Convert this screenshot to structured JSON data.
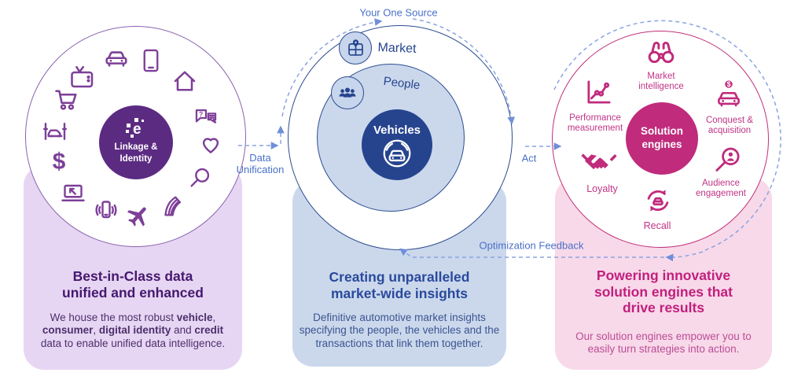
{
  "colors": {
    "purple_hub": "#5b2b82",
    "purple_icon": "#7d3f98",
    "purple_border": "#8a63ad",
    "lavender_card": "#e7d6f3",
    "purple_heading": "#45186e",
    "purple_body": "#4c2f6b",
    "navy": "#26448e",
    "navy_border": "#2e4d8f",
    "blue_card": "#cbd8ec",
    "blue_heading": "#2a4a9c",
    "blue_body": "#3a548f",
    "magenta": "#c02b7c",
    "pink_card": "#f8d9e9",
    "magenta_heading": "#c11f7d",
    "magenta_body": "#ba4d96",
    "connector_blue": "#4a70c8",
    "dash_blue": "#8aa4e2"
  },
  "connectors": {
    "your_one_source": "Your One Source",
    "data_unification": "Data\nUnification",
    "act": "Act",
    "optimization_feedback": "Optimization Feedback"
  },
  "left": {
    "hub": {
      "logo_letter": "e",
      "title": "Linkage &\nIdentity"
    },
    "ring_icons": [
      "tv",
      "car",
      "tablet",
      "house",
      "chat",
      "heart",
      "search",
      "brochure",
      "plane",
      "mobile-signal",
      "laptop",
      "dollar",
      "car-service",
      "shopping-cart"
    ],
    "card": {
      "heading": "Best-in-Class data\nunified and enhanced",
      "body_segments": [
        {
          "text": "We house the most robust ",
          "bold": false
        },
        {
          "text": "vehicle",
          "bold": true
        },
        {
          "text": ", ",
          "bold": false
        },
        {
          "text": "consumer",
          "bold": true
        },
        {
          "text": ", ",
          "bold": false
        },
        {
          "text": "digital identity",
          "bold": true
        },
        {
          "text": " and ",
          "bold": false
        },
        {
          "text": "credit",
          "bold": true
        },
        {
          "text": " data to enable unified data intelligence.",
          "bold": false
        }
      ]
    }
  },
  "middle": {
    "rings": {
      "market": "Market",
      "people": "People",
      "vehicles": "Vehicles"
    },
    "card": {
      "heading": "Creating unparalleled\nmarket-wide insights",
      "body": "Definitive automotive market insights specifying the people, the vehicles and the transactions that link them together."
    }
  },
  "right": {
    "hub": {
      "title": "Solution\nengines"
    },
    "items": [
      {
        "icon": "binoculars",
        "label": "Market\nintelligence"
      },
      {
        "icon": "performance-chart",
        "label": "Performance\nmeasurement"
      },
      {
        "icon": "car-dollar",
        "label": "Conquest &\nacquisition"
      },
      {
        "icon": "handshake",
        "label": "Loyalty"
      },
      {
        "icon": "audience-magnifier",
        "label": "Audience\nengagement"
      },
      {
        "icon": "recall-arrows",
        "label": "Recall"
      }
    ],
    "card": {
      "heading": "Powering innovative\nsolution engines that\ndrive results",
      "body": "Our solution engines empower you to easily turn strategies into action."
    }
  }
}
